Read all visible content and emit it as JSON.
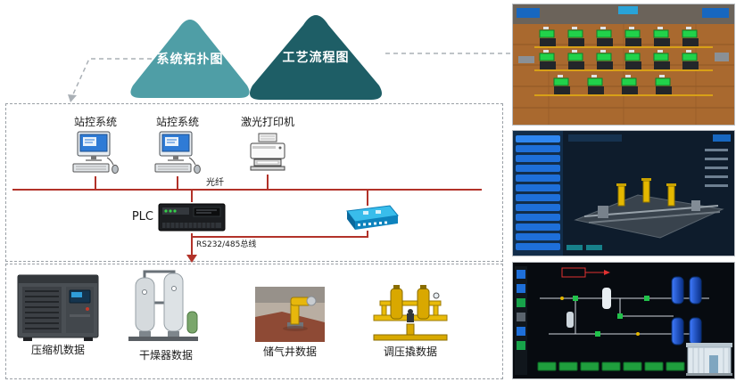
{
  "banner": {
    "topology_label": "系统拓扑图",
    "process_label": "工艺流程图"
  },
  "topology": {
    "station1_label": "站控系统",
    "station2_label": "站控系统",
    "printer_label": "激光打印机",
    "fiber_label": "光纤",
    "plc_label": "PLC",
    "rs485_label": "RS232/485总线"
  },
  "equipment": {
    "items": [
      {
        "label": "压缩机数据"
      },
      {
        "label": "干燥器数据"
      },
      {
        "label": "储气井数据"
      },
      {
        "label": "调压撬数据"
      }
    ]
  },
  "icons": {
    "station_workstation": "computer-icon",
    "laser_printer": "printer-icon",
    "plc_controller": "plc-icon",
    "network_switch": "switch-icon"
  },
  "colors": {
    "triangle_teal": "#4f9ea6",
    "triangle_dark_teal": "#1e5e66",
    "bus_red": "#b23229",
    "switch_blue": "#1a9ad6"
  }
}
